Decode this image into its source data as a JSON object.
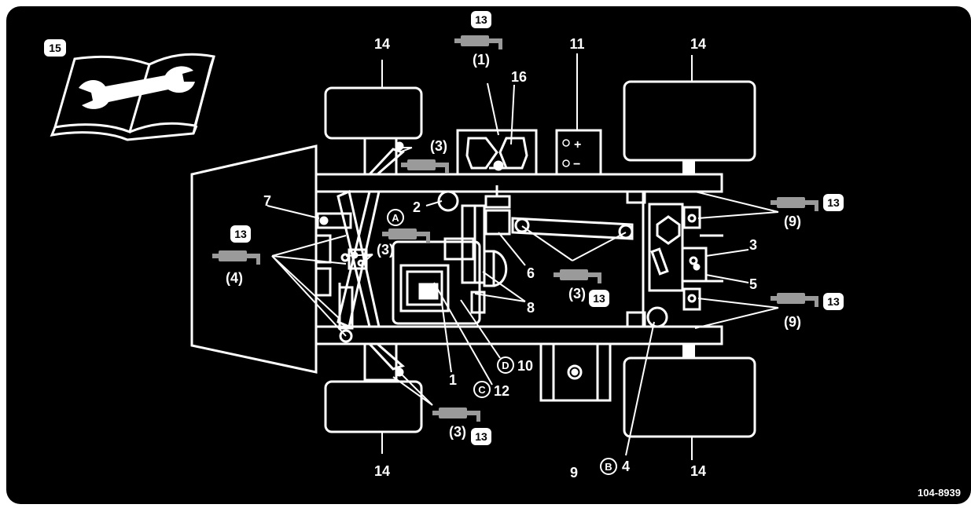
{
  "colors": {
    "background": "#000000",
    "stroke": "#ffffff",
    "grease_gun": "#9a9a9a",
    "badge_fill": "#ffffff",
    "badge_text": "#000000"
  },
  "diagram": {
    "decal_code": "104-8939",
    "icons": [
      "service-manual-icon",
      "wrench-icon",
      "grease-gun-icon",
      "battery-icon",
      "circle-letter-icon"
    ],
    "badges": {
      "grease": "13",
      "manual": "15"
    },
    "callouts": {
      "c1": "1",
      "c2": "2",
      "c3": "3",
      "c4": "4",
      "c5": "5",
      "c6": "6",
      "c7": "7",
      "c8": "8",
      "c9": "9",
      "c10": "10",
      "c11": "11",
      "c12": "12",
      "c14": "14",
      "c16": "16",
      "p1": "(1)",
      "p3": "(3)",
      "p4": "(4)",
      "p9": "(9)"
    },
    "battery": {
      "plus": "+",
      "minus": "−"
    },
    "letters": {
      "a": "A",
      "b": "B",
      "c": "C",
      "d": "D"
    }
  }
}
